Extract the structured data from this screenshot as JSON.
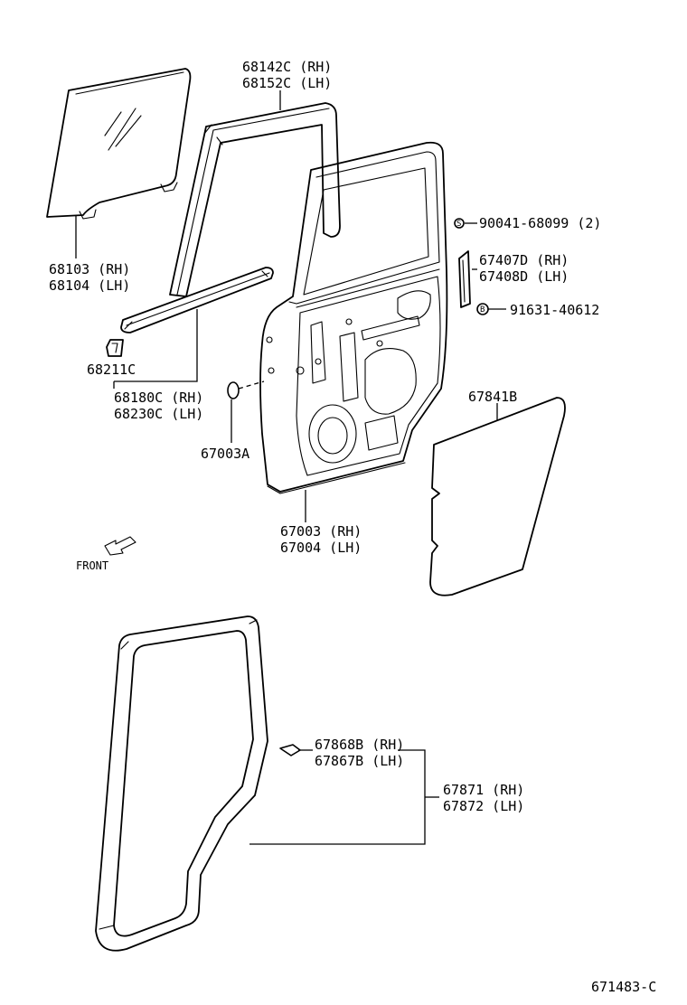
{
  "labels": {
    "glass": [
      "68103 (RH)",
      "68104 (LH)"
    ],
    "run_channel": [
      "68142C (RH)",
      "68152C (LH)"
    ],
    "clip_68211": "68211C",
    "belt_weatherstrip": [
      "68180C (RH)",
      "68230C (LH)"
    ],
    "plug": "67003A",
    "door_panel": [
      "67003 (RH)",
      "67004 (LH)"
    ],
    "screw": "90041-68099 (2)",
    "frame_molding": [
      "67407D (RH)",
      "67408D (LH)"
    ],
    "nut": "91631-40612",
    "service_hole_cover": "67841B",
    "weatherstrip_clip": [
      "67868B (RH)",
      "67867B (LH)"
    ],
    "door_weatherstrip": [
      "67871 (RH)",
      "67872 (LH)"
    ],
    "front": "FRONT",
    "diagram_number": "671483-C"
  },
  "icons": {
    "screw_symbol": "S",
    "nut_symbol": "B"
  }
}
